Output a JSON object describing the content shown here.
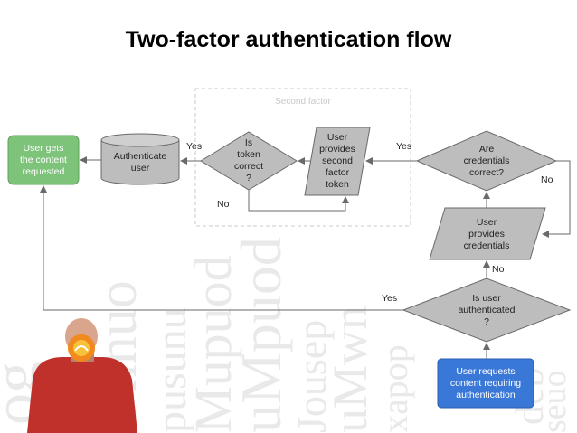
{
  "title": "Two-factor authentication flow",
  "second_factor_label": "Second factor",
  "nodes": {
    "user_requests": "User requests\ncontent requiring\nauthentication",
    "is_user_authenticated": "Is user\nauthenticated\n?",
    "user_provides_credentials": "User\nprovides\ncredentials",
    "are_credentials_correct": "Are\ncredentials\ncorrect?",
    "user_provides_second_factor": "User\nprovides\nsecond\nfactor\ntoken",
    "is_token_correct": "Is\ntoken\ncorrect\n?",
    "authenticate_user": "Authenticate\nuser",
    "user_gets_content": "User gets\nthe content\nrequested"
  },
  "edge_labels": {
    "authenticated_yes": "Yes",
    "authenticated_no": "No",
    "credentials_yes": "Yes",
    "credentials_no": "No",
    "token_yes": "Yes",
    "token_no": "No"
  },
  "colors": {
    "start_node": "#3a78d8",
    "end_node": "#7dc37a",
    "gray_node": "#bdbdbd",
    "stroke": "#6a6a6a",
    "second_factor_border": "#c8c8c8"
  }
}
